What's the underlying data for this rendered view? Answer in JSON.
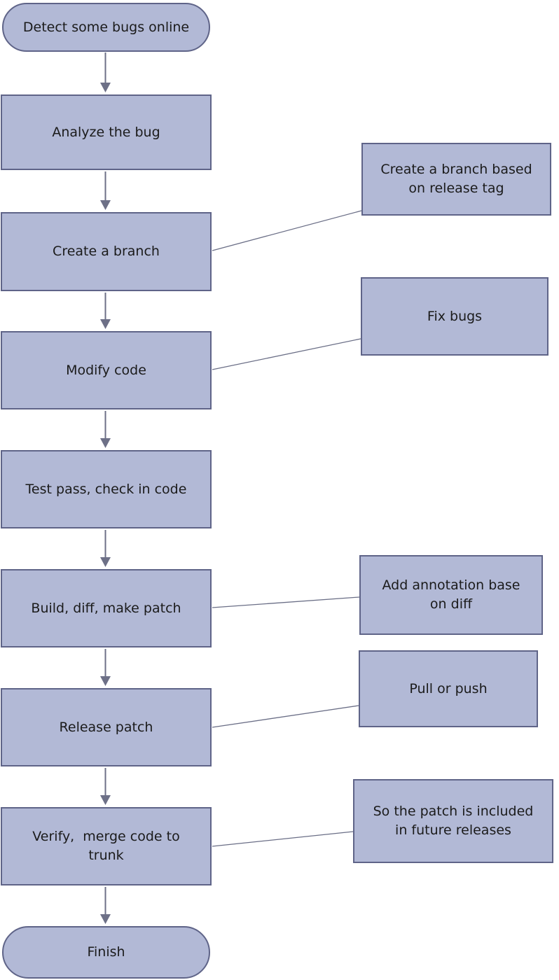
{
  "diagram_type": "flowchart",
  "colors": {
    "background": "#ffffff",
    "node_fill": "#b2b9d6",
    "node_border": "#5f6488",
    "arrow": "#6d7087",
    "connector": "#6a6e86",
    "text": "#1b1b1b"
  },
  "flow": {
    "main_nodes": [
      {
        "id": "start",
        "type": "terminator",
        "label": "Detect some bugs online"
      },
      {
        "id": "analyze-bug",
        "type": "process",
        "label": "Analyze the bug"
      },
      {
        "id": "create-branch",
        "type": "process",
        "label": "Create a branch"
      },
      {
        "id": "modify-code",
        "type": "process",
        "label": "Modify code"
      },
      {
        "id": "test-pass-check-in-code",
        "type": "process",
        "label": "Test pass, check in code"
      },
      {
        "id": "build-diff-make-patch",
        "type": "process",
        "label": "Build, diff, make patch"
      },
      {
        "id": "release-patch",
        "type": "process",
        "label": "Release patch"
      },
      {
        "id": "verify-merge-code-to-trunk",
        "type": "process",
        "label": "Verify,  merge code to\ntrunk"
      },
      {
        "id": "finish",
        "type": "terminator",
        "label": "Finish"
      }
    ],
    "annotations": [
      {
        "id": "branch-note",
        "attached_to": "create-branch",
        "label": "Create a branch based\non release tag"
      },
      {
        "id": "fix-bugs-note",
        "attached_to": "modify-code",
        "label": "Fix bugs"
      },
      {
        "id": "annotation-note",
        "attached_to": "build-diff-make-patch",
        "label": "Add annotation base\non diff"
      },
      {
        "id": "pull-push-note",
        "attached_to": "release-patch",
        "label": "Pull or push"
      },
      {
        "id": "future-release-note",
        "attached_to": "verify-merge-code-to-trunk",
        "label": "So the patch is included\nin future releases"
      }
    ],
    "edges": [
      {
        "from": "start",
        "to": "analyze-bug"
      },
      {
        "from": "analyze-bug",
        "to": "create-branch"
      },
      {
        "from": "create-branch",
        "to": "modify-code"
      },
      {
        "from": "modify-code",
        "to": "test-pass-check-in-code"
      },
      {
        "from": "test-pass-check-in-code",
        "to": "build-diff-make-patch"
      },
      {
        "from": "build-diff-make-patch",
        "to": "release-patch"
      },
      {
        "from": "release-patch",
        "to": "verify-merge-code-to-trunk"
      },
      {
        "from": "verify-merge-code-to-trunk",
        "to": "finish"
      }
    ]
  }
}
